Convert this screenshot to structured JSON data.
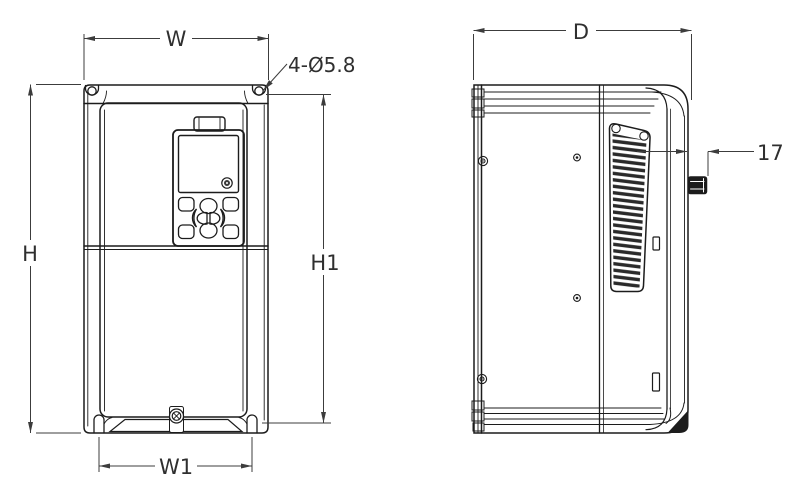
{
  "drawing": {
    "dimension_labels": {
      "overall_width": "W",
      "overall_height": "H",
      "mounting_height": "H1",
      "mounting_width": "W1",
      "depth": "D",
      "mounting_hole_note": "4-Ø5.8",
      "knob_protrusion": "17"
    },
    "colors": {
      "background": "#ffffff",
      "object_line": "#1c1c1c",
      "dimension_line": "#3c3c3c"
    }
  }
}
